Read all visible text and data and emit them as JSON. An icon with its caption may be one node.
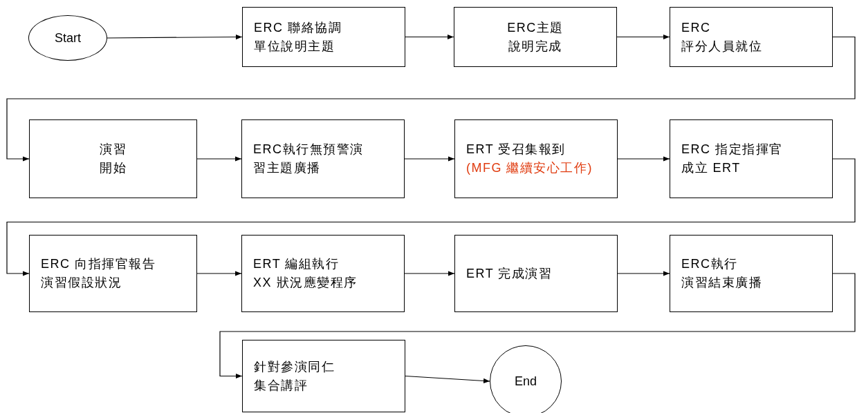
{
  "diagram": {
    "nodes": [
      {
        "text": [
          "Start"
        ]
      },
      {
        "text": [
          "ERC 聯絡協調單位說明主題"
        ]
      },
      {
        "text": [
          "ERC主題說明完成"
        ]
      },
      {
        "text": [
          "ERC評分人員就位"
        ]
      },
      {
        "text": [
          "演習開始"
        ]
      },
      {
        "text": [
          "ERC執行無預警演習主題廣播"
        ]
      },
      {
        "text": [
          "ERT 受召集報到",
          "(MFG 繼續安心工作)"
        ]
      },
      {
        "text": [
          "ERC 指定指揮官成立 ERT"
        ]
      },
      {
        "text": [
          "ERC 向指揮官報告演習假設狀況"
        ]
      },
      {
        "text": [
          "ERT 編組執行XX 狀況應變程序"
        ]
      },
      {
        "text": [
          "ERT 完成演習"
        ]
      },
      {
        "text": [
          "ERC執行演習結束廣播"
        ]
      },
      {
        "text": [
          "針對參演同仁集合講評"
        ]
      },
      {
        "text": [
          "End"
        ]
      }
    ],
    "edges": [
      {
        "from": 0,
        "to": 1,
        "arrow": "to"
      },
      {
        "from": 1,
        "to": 2,
        "arrow": "to"
      },
      {
        "from": 2,
        "to": 3,
        "arrow": "to"
      },
      {
        "from": 3,
        "to": 4,
        "arrow": "to"
      },
      {
        "from": 4,
        "to": 5,
        "arrow": "to"
      },
      {
        "from": 5,
        "to": 6,
        "arrow": "to"
      },
      {
        "from": 6,
        "to": 7,
        "arrow": "to"
      },
      {
        "from": 7,
        "to": 8,
        "arrow": "to"
      },
      {
        "from": 8,
        "to": 9,
        "arrow": "to"
      },
      {
        "from": 9,
        "to": 10,
        "arrow": "to"
      },
      {
        "from": 10,
        "to": 11,
        "arrow": "to"
      },
      {
        "from": 11,
        "to": 12,
        "arrow": "to"
      },
      {
        "from": 12,
        "to": 13,
        "arrow": "to"
      }
    ]
  }
}
